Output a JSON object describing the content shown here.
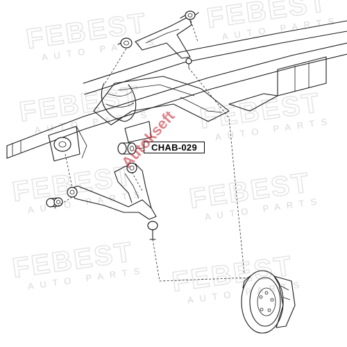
{
  "watermark": {
    "brand": "FEBEST",
    "sub": "AUTO PARTS"
  },
  "part": {
    "number": "CHAB-029"
  },
  "seller_watermark": {
    "text": "Autokseft"
  },
  "colors": {
    "background": "#ffffff",
    "line": "#1a1a1a",
    "watermark_gray": "#e4e4e4",
    "seller_red": "#be1e28"
  }
}
